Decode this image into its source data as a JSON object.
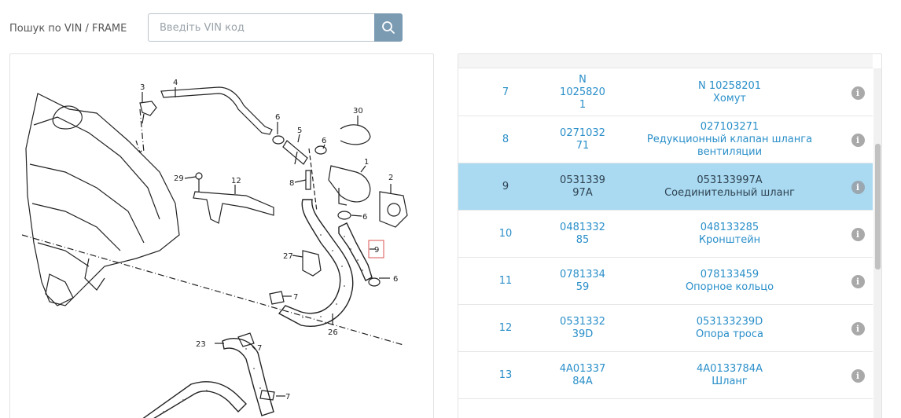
{
  "search": {
    "label": "Пошук по VIN / FRAME",
    "placeholder": "Введіть VIN код",
    "icon": "search-icon"
  },
  "diagram": {
    "callouts": [
      "3",
      "4",
      "6",
      "5",
      "6",
      "30",
      "29",
      "12",
      "8",
      "1",
      "2",
      "6",
      "9",
      "27",
      "6",
      "7",
      "26",
      "23",
      "7",
      "7"
    ],
    "highlighted_callout": "9",
    "highlight_color": "#d9534f"
  },
  "parts": {
    "rows": [
      {
        "num": "7",
        "code_line1": "N",
        "code_line2": "1025820",
        "code_line3": "1",
        "part_number": "N 10258201",
        "name": "Хомут",
        "selected": false
      },
      {
        "num": "8",
        "code_line1": "0271032",
        "code_line2": "71",
        "code_line3": "",
        "part_number": "027103271",
        "name": "Редукционный клапан шланга вентиляции",
        "selected": false
      },
      {
        "num": "9",
        "code_line1": "0531339",
        "code_line2": "97A",
        "code_line3": "",
        "part_number": "053133997A",
        "name": "Соединительный шланг",
        "selected": true
      },
      {
        "num": "10",
        "code_line1": "0481332",
        "code_line2": "85",
        "code_line3": "",
        "part_number": "048133285",
        "name": "Кронштейн",
        "selected": false
      },
      {
        "num": "11",
        "code_line1": "0781334",
        "code_line2": "59",
        "code_line3": "",
        "part_number": "078133459",
        "name": "Опорное кольцо",
        "selected": false
      },
      {
        "num": "12",
        "code_line1": "0531332",
        "code_line2": "39D",
        "code_line3": "",
        "part_number": "053133239D",
        "name": "Опора троса",
        "selected": false
      },
      {
        "num": "13",
        "code_line1": "4A01337",
        "code_line2": "84A",
        "code_line3": "",
        "part_number": "4A0133784A",
        "name": "Шланг",
        "selected": false
      }
    ],
    "info_icon": "info-icon",
    "link_color": "#2a8fc9",
    "selected_bg": "#a9daf2"
  }
}
